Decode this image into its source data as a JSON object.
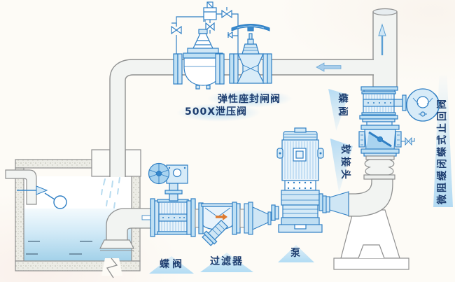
{
  "labels": {
    "gate_valve": "弹性座封闸阀",
    "relief_valve": "500X泄压阀",
    "butterfly_valve_right": "蝶阀",
    "flexible_joint": "软接头",
    "check_valve": "微阻缓闭蝶式止回阀",
    "butterfly_valve_bottom": "蝶阀",
    "strainer": "过滤器",
    "pump": "泵"
  },
  "icons": {
    "flow_arrow_top": "left-arrow",
    "flow_arrow_riser": "up-arrow",
    "flow_arrow_suction": "right-arrow",
    "flow_arrow_strainer": "right-arrow-orange"
  },
  "colors": {
    "equipment_blue": "#2f7fc4",
    "equipment_fill_light": "#cfe6f5",
    "equipment_fill_medium": "#a9d3ef",
    "pipe_gray": "#8f9090",
    "pipe_fill": "#f2f4f2",
    "water_blue": "#a5d3ea",
    "wall_gray": "#ecece6",
    "label_text": "#1c3c6e",
    "label_highlight": "#b2dcf4",
    "arrow_orange": "#dd7a30",
    "background": "#fdfbf6"
  }
}
